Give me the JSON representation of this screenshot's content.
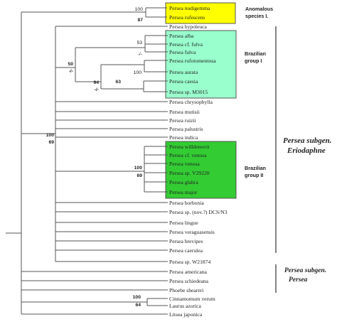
{
  "taxa": {
    "nudigemma": "Persea nudigemma",
    "rufescens": "Persea rufescens",
    "hypoleuca": "Persea hypoleuca",
    "alba": "Persea alba",
    "cf_fulva": "Persea cf. fulva",
    "fulva": "Persea fulva",
    "rufotomentosa": "Persea rufotomentosa",
    "aurata": "Persea aurata",
    "caesia": "Persea caesia",
    "sp_m3015": "Persea sp. M3015",
    "chrysophylla": "Persea chrysophylla",
    "mutisii": "Persea mutisii",
    "ruizii": "Persea ruizii",
    "palustris": "Persea palustris",
    "indica": "Persea indica",
    "willdenovii": "Persea willdenovii",
    "cf_venosa": "Persea cf. venosa",
    "venosa": "Persea venosa",
    "sp_v29220": "Persea sp. V29220",
    "glabra": "Persea glabra",
    "major": "Persea major",
    "borbonia": "Persea borbonia",
    "sp_nov": "Persea sp. (nov.?) DCS/N3",
    "lingue": "Persea lingue",
    "veraguasensis": "Persea veraguasensis",
    "brevipes": "Persea brevipes",
    "caerulea": "Persea caerulea",
    "sp_w21874": "Persea sp. W21874",
    "americana": "Persea americana",
    "schiedeana": "Persea schiedeana",
    "phoebe": "Phoebe sheareri",
    "cinnamomum": "Cinnamomum verum",
    "laurus": "Laurus azorica",
    "litsea": "Litsea japonica"
  },
  "support": {
    "anom_bs": "100",
    "anom_pp": "87",
    "fulva_bs": "53",
    "fulva_pp": "-/-",
    "braz1_bs": "50",
    "braz1_pp": "-/-",
    "aurata_bs": "100",
    "aurata_pp": "63",
    "caesia_bs": "94",
    "caesia_pp": "-/-",
    "root_bs": "100",
    "root_pp": "69",
    "braz2_bs": "100",
    "braz2_pp": "69",
    "laur_bs": "100",
    "laur_pp": "64"
  },
  "groups": {
    "anomalous_1": "Anomalous",
    "anomalous_2": "species I.",
    "braz1_1": "Brazilian",
    "braz1_2": "group I",
    "braz2_1": "Brazilian",
    "braz2_2": "group II",
    "erio_1": "Persea subgen.",
    "erio_2": "Eriodaphne",
    "persea_1": "Persea subgen.",
    "persea_2": "Persea"
  },
  "colors": {
    "anomalous": "#ffff00",
    "brazilian_group_1": "#99ffcc",
    "brazilian_group_2": "#33cc33",
    "branch": "#555555"
  }
}
